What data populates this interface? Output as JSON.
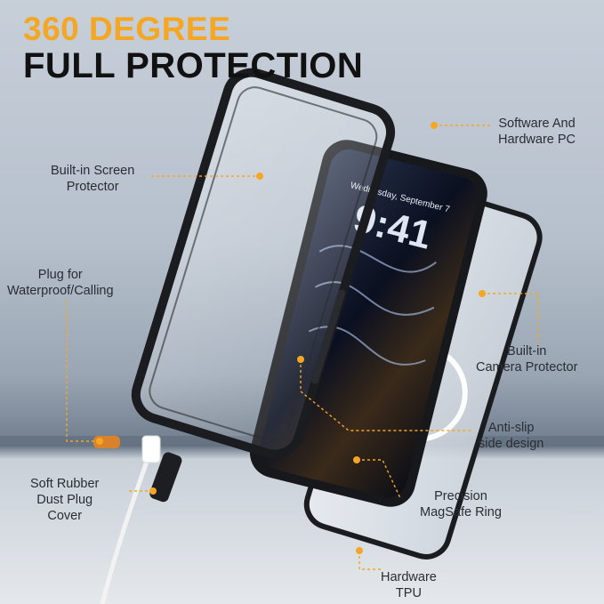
{
  "headline": {
    "line1": "360 DEGREE",
    "line2": "FULL PROTECTION"
  },
  "phone_screen": {
    "date": "Wednesday, September 7",
    "time": "9:41"
  },
  "callouts": [
    {
      "id": "software-hardware-pc",
      "lines": [
        "Software And",
        "Hardware PC"
      ]
    },
    {
      "id": "built-in-screen-protector",
      "lines": [
        "Built-in Screen",
        "Protector"
      ]
    },
    {
      "id": "plug-waterproof-calling",
      "lines": [
        "Plug for",
        "Waterproof/Calling"
      ]
    },
    {
      "id": "built-in-camera-protector",
      "lines": [
        "Built-in",
        "Camera Protector"
      ]
    },
    {
      "id": "anti-slip-side-design",
      "lines": [
        "Anti-slip",
        "side design"
      ]
    },
    {
      "id": "soft-rubber-dust-plug",
      "lines": [
        "Soft Rubber",
        "Dust Plug",
        "Cover"
      ]
    },
    {
      "id": "precision-magsafe-ring",
      "lines": [
        "Precision",
        "MagSafe Ring"
      ]
    },
    {
      "id": "hardware-tpu",
      "lines": [
        "Hardware",
        "TPU"
      ]
    }
  ],
  "colors": {
    "accent": "#f5a623",
    "headline_dark": "#111111",
    "label_text": "#2a2d33",
    "case_frame": "#1b1c1f"
  }
}
